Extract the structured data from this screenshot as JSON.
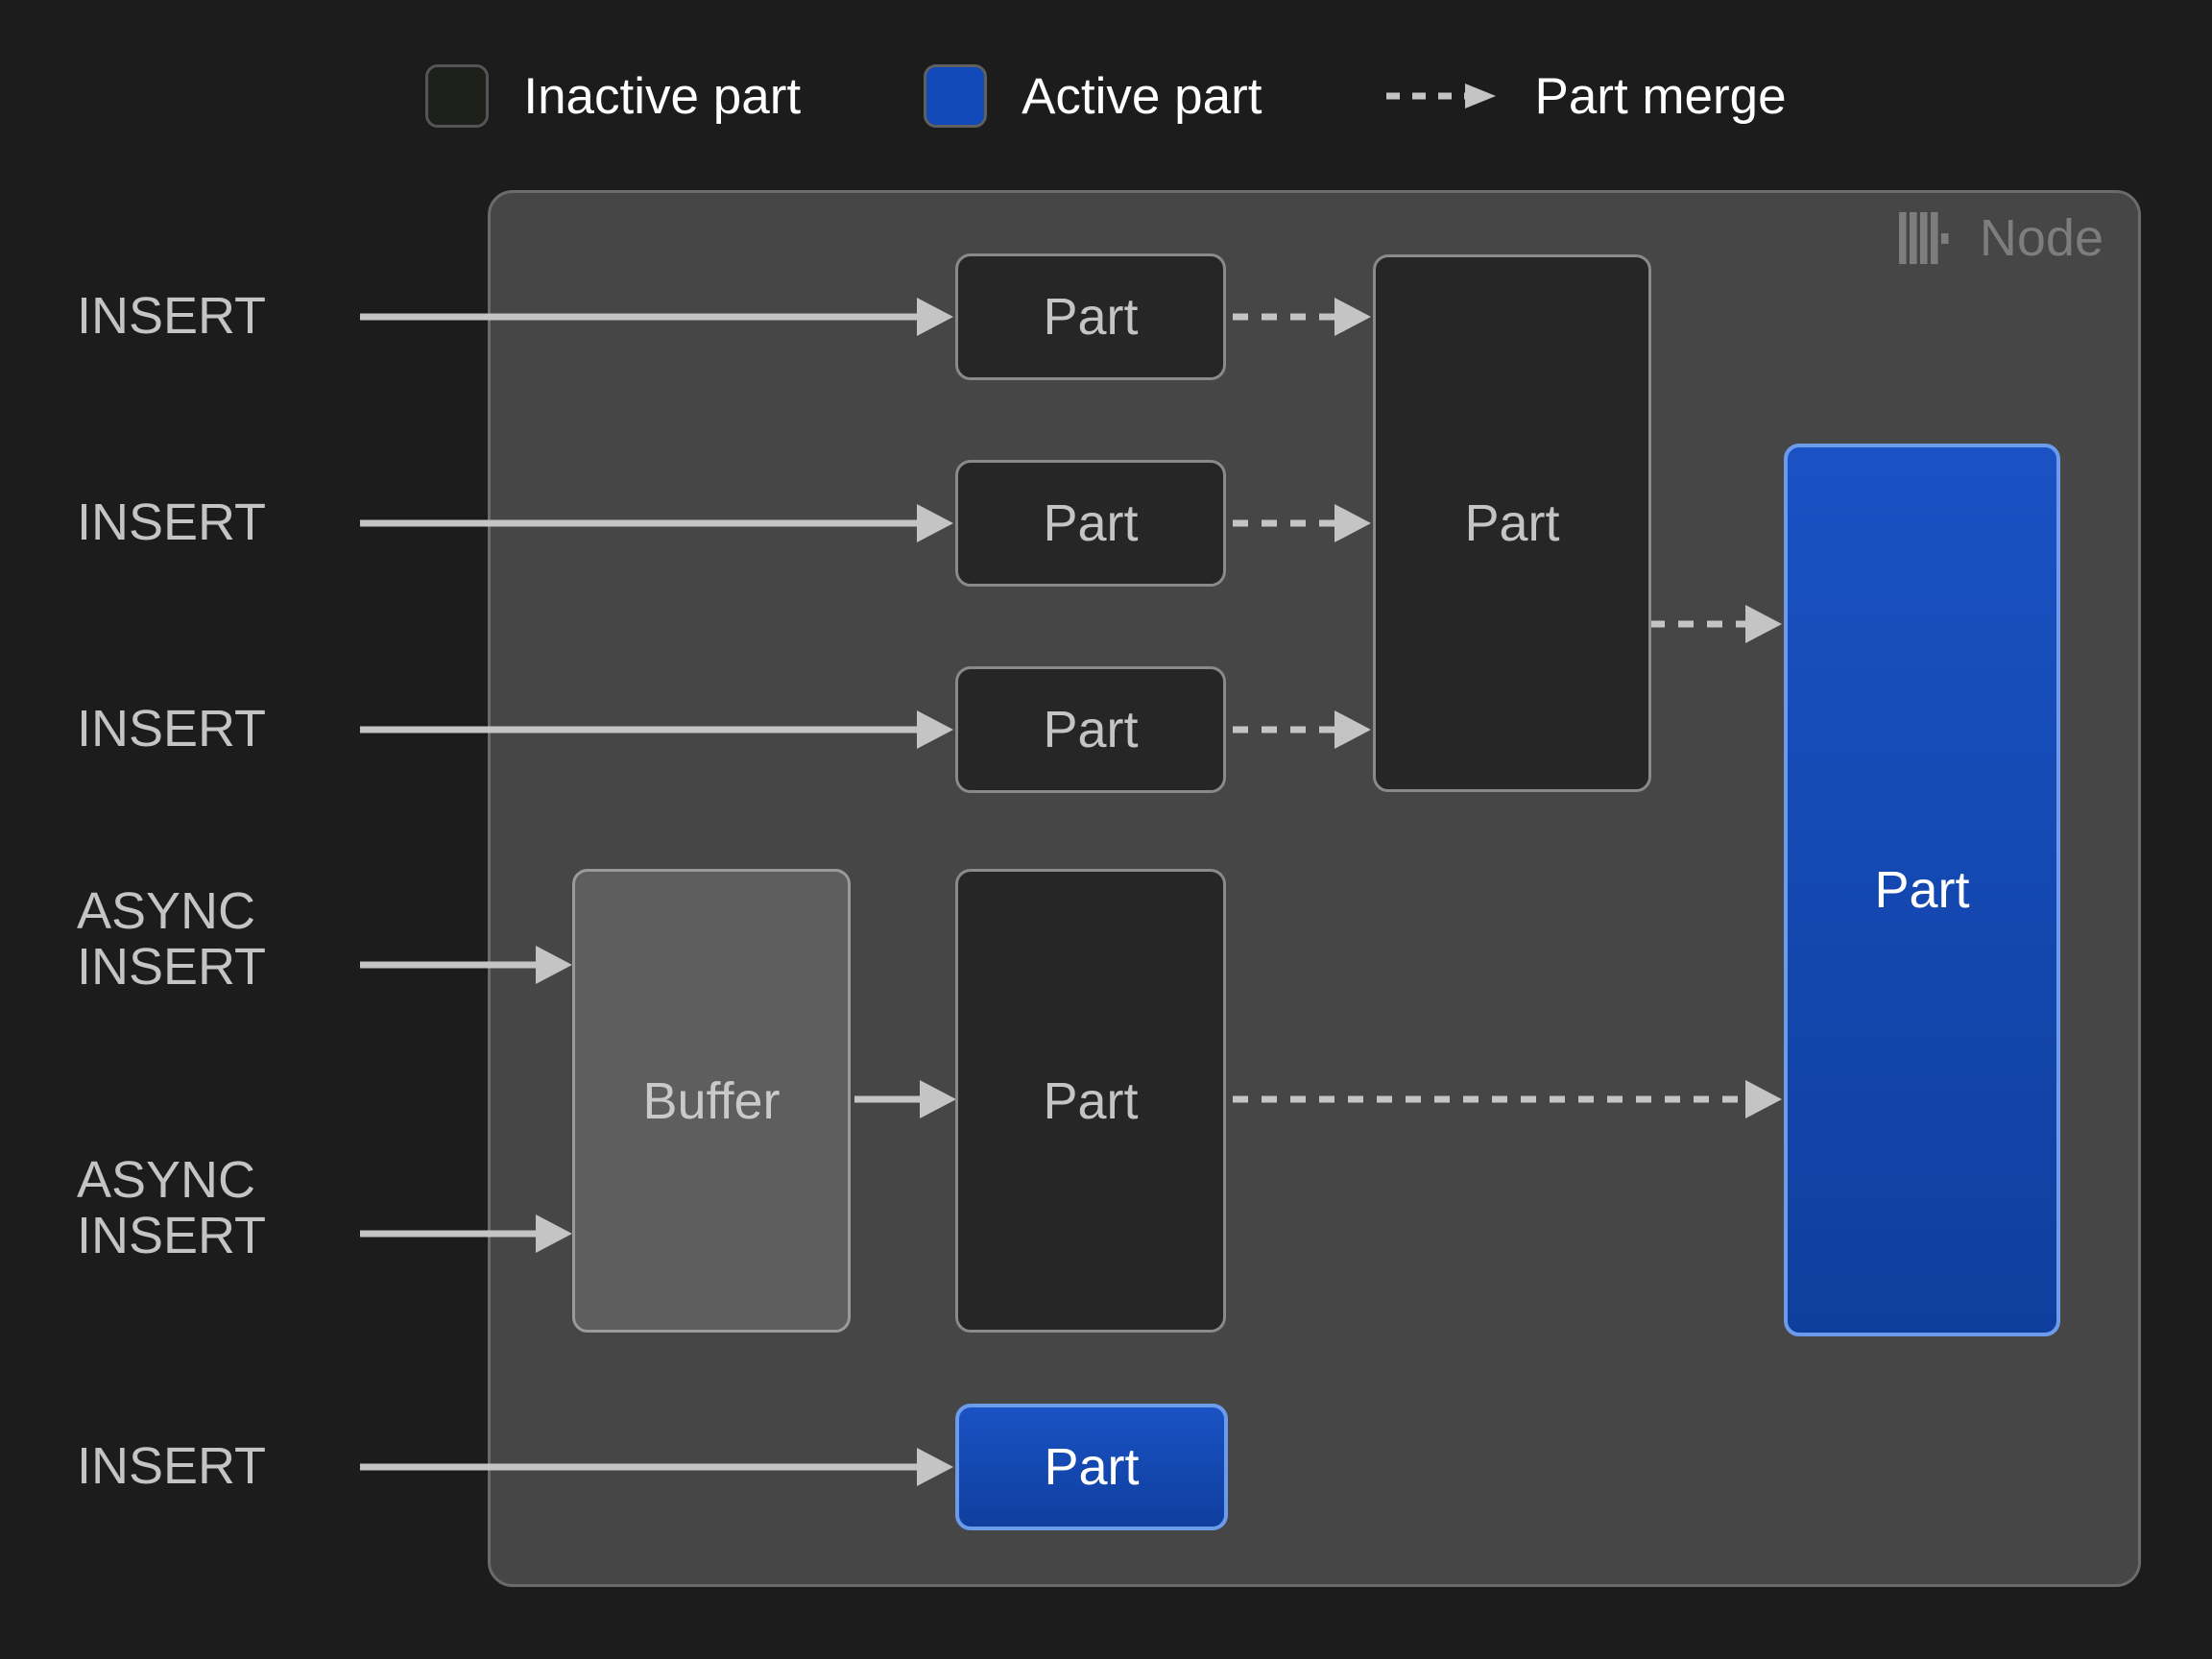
{
  "page": {
    "background": "#1c1c1c",
    "title": "ClickHouse node part lifecycle diagram"
  },
  "legend": {
    "items": [
      {
        "label": "Inactive part",
        "icon": "inactive-part-swatch",
        "color": "#1e201c",
        "border": "#555555"
      },
      {
        "label": "Active part",
        "icon": "active-part-swatch",
        "color": "#1149b8",
        "border": "#5f5f5f"
      },
      {
        "label": "Part merge",
        "icon": "dashed-arrow-icon",
        "color": "#c4c4c4"
      }
    ]
  },
  "node": {
    "label": "Node",
    "logo_icon": "clickhouse-logo-icon",
    "background": "#464646",
    "border": "#6b6b6b",
    "label_color": "#7d7d7d"
  },
  "sources": [
    {
      "id": "insert-1",
      "label": "INSERT"
    },
    {
      "id": "insert-2",
      "label": "INSERT"
    },
    {
      "id": "insert-3",
      "label": "INSERT"
    },
    {
      "id": "async-insert-1",
      "label": "ASYNC\nINSERT"
    },
    {
      "id": "async-insert-2",
      "label": "ASYNC\nINSERT"
    },
    {
      "id": "insert-4",
      "label": "INSERT"
    }
  ],
  "boxes": [
    {
      "id": "part-row-1",
      "label": "Part",
      "state": "inactive"
    },
    {
      "id": "part-row-2",
      "label": "Part",
      "state": "inactive"
    },
    {
      "id": "part-row-3",
      "label": "Part",
      "state": "inactive"
    },
    {
      "id": "part-merged-top",
      "label": "Part",
      "state": "inactive"
    },
    {
      "id": "buffer",
      "label": "Buffer",
      "state": "buffer"
    },
    {
      "id": "part-from-buffer",
      "label": "Part",
      "state": "inactive"
    },
    {
      "id": "part-final-active",
      "label": "Part",
      "state": "active"
    },
    {
      "id": "part-direct-active",
      "label": "Part",
      "state": "active"
    }
  ],
  "edges": [
    {
      "id": "insert-1-to-part-row-1",
      "style": "solid",
      "from": "insert-1",
      "to": "part-row-1"
    },
    {
      "id": "insert-2-to-part-row-2",
      "style": "solid",
      "from": "insert-2",
      "to": "part-row-2"
    },
    {
      "id": "insert-3-to-part-row-3",
      "style": "solid",
      "from": "insert-3",
      "to": "part-row-3"
    },
    {
      "id": "async-insert-1-to-buffer",
      "style": "solid",
      "from": "async-insert-1",
      "to": "buffer"
    },
    {
      "id": "async-insert-2-to-buffer",
      "style": "solid",
      "from": "async-insert-2",
      "to": "buffer"
    },
    {
      "id": "buffer-to-part-from-buffer",
      "style": "solid",
      "from": "buffer",
      "to": "part-from-buffer"
    },
    {
      "id": "insert-4-to-part-direct-active",
      "style": "solid",
      "from": "insert-4",
      "to": "part-direct-active"
    },
    {
      "id": "part-row-1-merge",
      "style": "dashed",
      "from": "part-row-1",
      "to": "part-merged-top"
    },
    {
      "id": "part-row-2-merge",
      "style": "dashed",
      "from": "part-row-2",
      "to": "part-merged-top"
    },
    {
      "id": "part-row-3-merge",
      "style": "dashed",
      "from": "part-row-3",
      "to": "part-merged-top"
    },
    {
      "id": "part-merged-top-merge",
      "style": "dashed",
      "from": "part-merged-top",
      "to": "part-final-active"
    },
    {
      "id": "part-from-buffer-merge",
      "style": "dashed",
      "from": "part-from-buffer",
      "to": "part-final-active"
    }
  ]
}
